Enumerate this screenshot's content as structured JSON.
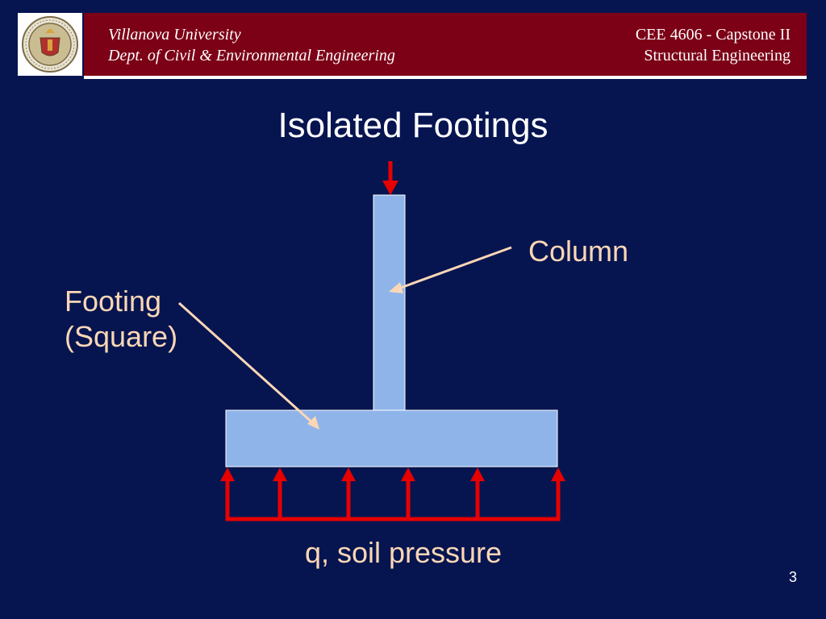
{
  "header": {
    "left_line1": "Villanova University",
    "left_line2": "Dept. of Civil & Environmental Engineering",
    "right_line1": "CEE 4606 - Capstone II",
    "right_line2": "Structural Engineering",
    "logo_icon": "university-seal-icon"
  },
  "slide": {
    "title": "Isolated Footings",
    "page_number": "3"
  },
  "diagram": {
    "column_label": "Column",
    "footing_label_line1": "Footing",
    "footing_label_line2": "(Square)",
    "pressure_label": "q, soil pressure",
    "colors": {
      "background": "#061550",
      "banner": "#7c0016",
      "member_fill": "#8fb4ea",
      "load_arrow": "#e60000",
      "leader_line": "#fcd7b6"
    }
  }
}
